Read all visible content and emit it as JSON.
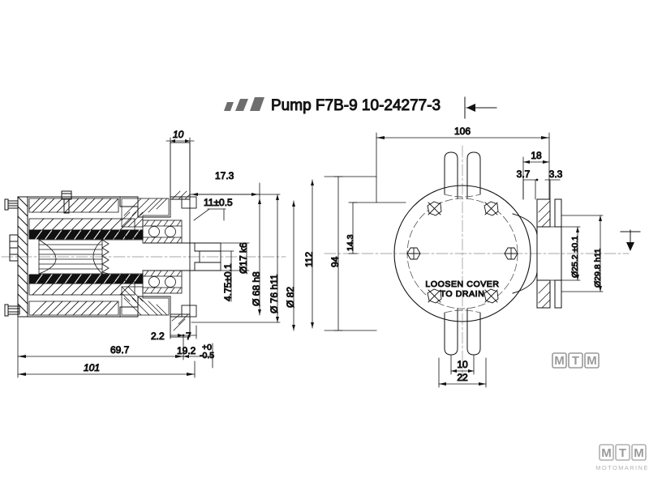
{
  "drawing": {
    "title": "Pump F7B-9  10-24277-3",
    "logo_name": "jmp-logo",
    "note": {
      "line1": "LOOSEN  COVER",
      "line2": "TO  DRAIN"
    },
    "watermark": {
      "letters": [
        "M",
        "T",
        "M"
      ],
      "brand": "MOTOMARINE"
    },
    "colors": {
      "line": "#111111",
      "paper": "#ffffff",
      "watermark": "#9a9a9a"
    }
  },
  "section_view": {
    "name": "longitudinal-section",
    "dimensions": {
      "top_key": "10",
      "d_17": "Ø17 k6",
      "d_68": "Ø 68 h8",
      "d_76": "Ø 76 h11",
      "d_82": "Ø 82",
      "len_17_3": "17.3",
      "len_11": "11±0.5",
      "len_4_75": "4.75±0.1",
      "len_2_2": "2.2",
      "len_7": "7",
      "len_19_2": "19.2",
      "tol_hi": "+0",
      "tol_lo": "-0.5",
      "len_69_7": "69.7",
      "len_101": "101"
    }
  },
  "front_view": {
    "name": "front-view",
    "dimensions": {
      "w_106": "106",
      "h_112": "112",
      "h_94": "94",
      "h_14_3": "14.3",
      "port_18": "18",
      "port_3_7": "3.7",
      "port_3_3": "3.3",
      "port_d_25_2": "Ø25.2 ±0.1",
      "port_d_29_8": "Ø29.8 h11",
      "foot_10": "10",
      "foot_22": "22"
    },
    "bolt_count": 6
  }
}
